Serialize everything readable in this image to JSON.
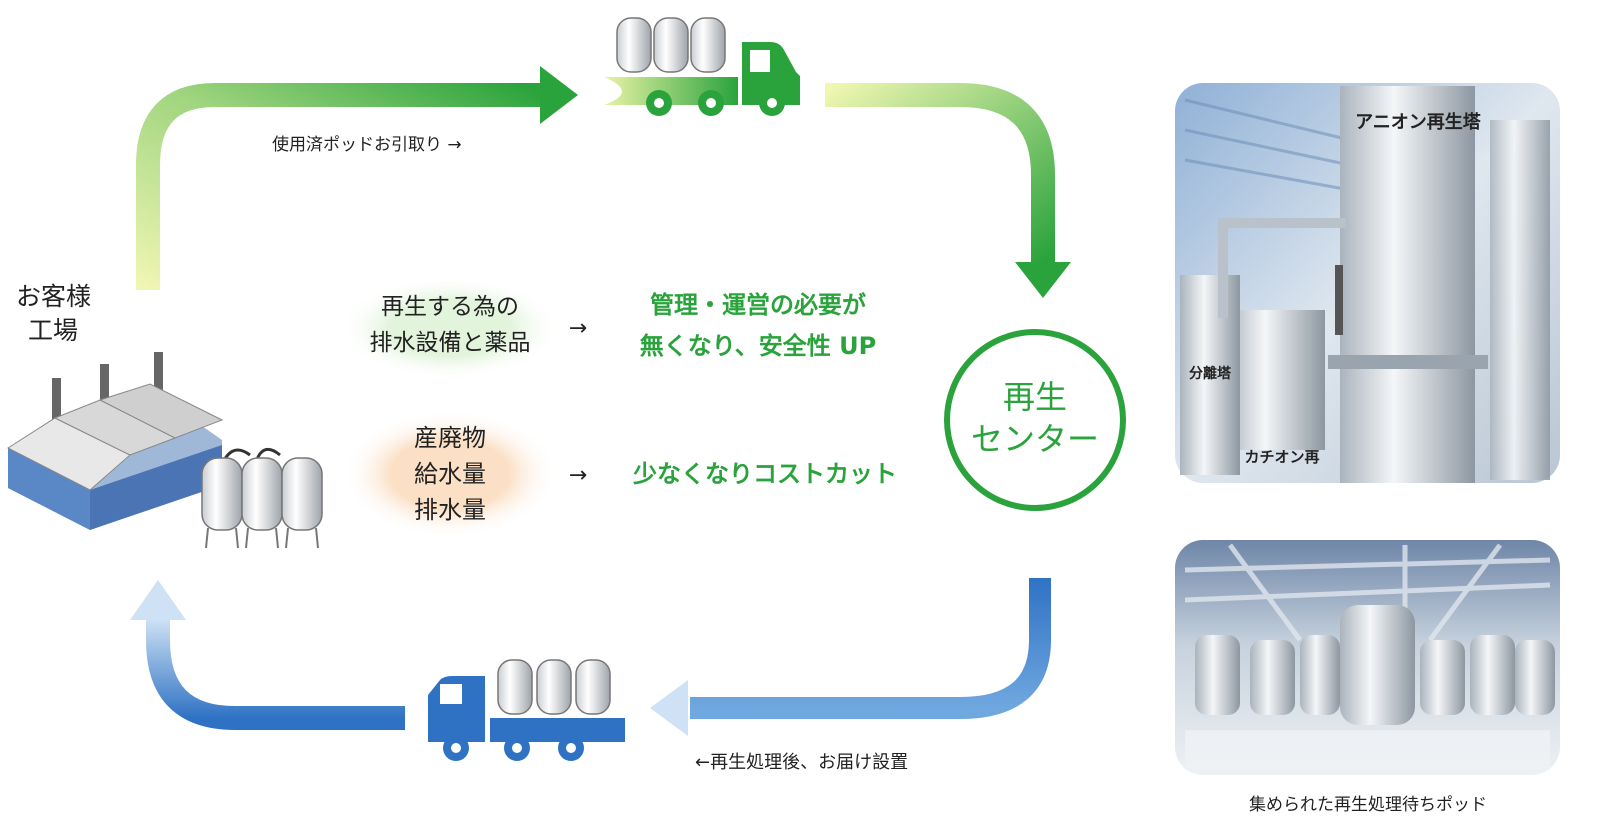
{
  "customer": {
    "line1": "お客様",
    "line2": "工場"
  },
  "top_flow": {
    "label": "使用済ポッドお引取り →"
  },
  "bottom_flow": {
    "label": "←再生処理後、お届け設置"
  },
  "center": {
    "line1": "再生",
    "line2": "センター"
  },
  "benefit1": {
    "oval_line1": "再生する為の",
    "oval_line2": "排水設備と薬品",
    "arrow": "→",
    "result_line1": "管理・運営の必要が",
    "result_line2": "無くなり、安全性 UP"
  },
  "benefit2": {
    "oval_line1": "産廃物",
    "oval_line2": "給水量",
    "oval_line3": "排水量",
    "arrow": "→",
    "result": "少なくなりコストカット"
  },
  "photo1": {
    "sign_top": "アニオン再生塔",
    "sign_left": "分離塔",
    "sign_bottom": "カチオン再"
  },
  "photo2": {
    "caption": "集められた再生処理待ちポッド"
  },
  "colors": {
    "green": "#2aa33c",
    "green_light": "#eaf7e6",
    "yellow_green": "#e9f3a5",
    "blue": "#2f72c4",
    "blue_light": "#d5e6f6",
    "orange_light": "#fbe3cc",
    "text": "#222222"
  }
}
